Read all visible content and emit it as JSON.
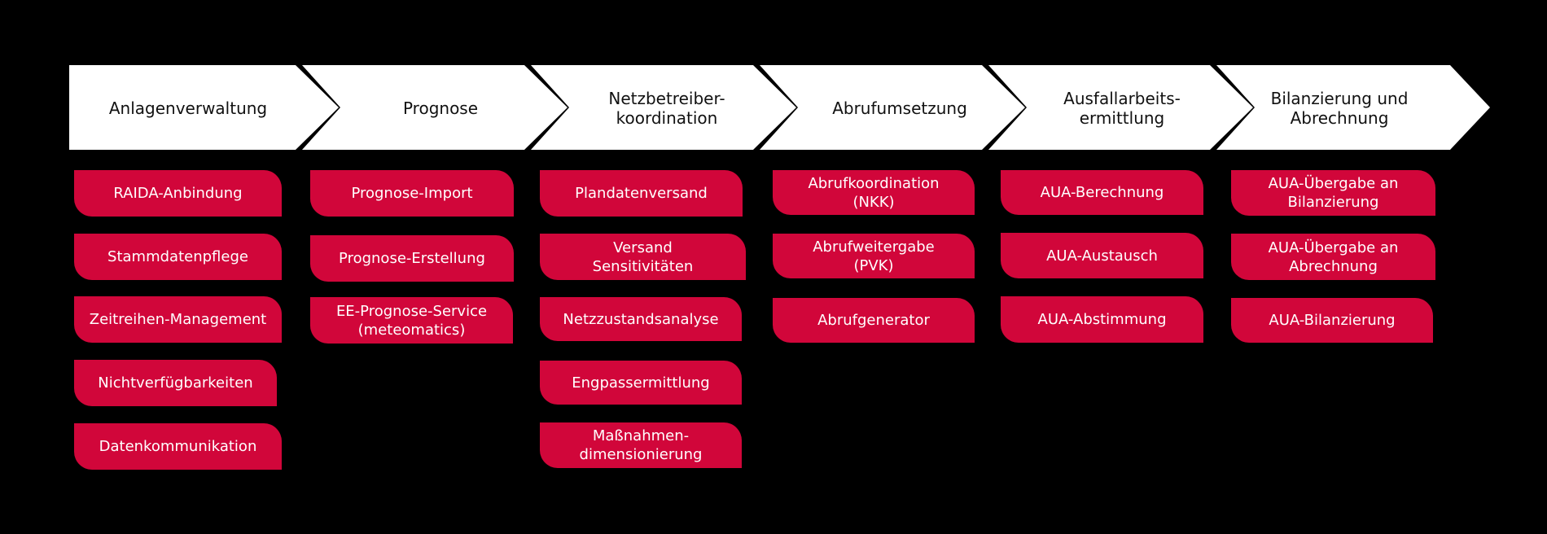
{
  "colors": {
    "background": "#000000",
    "chevron": "#ffffff",
    "box": "#d1063a",
    "box_text": "#ffffff",
    "stage_text": "#111111"
  },
  "stages": [
    {
      "label": "Anlagenverwaltung",
      "items": [
        "RAIDA-Anbindung",
        "Stammdatenpflege",
        "Zeitreihen-Management",
        "Nichtverfügbarkeiten",
        "Datenkommunikation"
      ]
    },
    {
      "label": "Prognose",
      "items": [
        "Prognose-Import",
        "Prognose-Erstellung",
        "EE-Prognose-Service\n(meteomatics)"
      ]
    },
    {
      "label": "Netzbetreiber-\nkoordination",
      "items": [
        "Plandatenversand",
        "Versand\nSensitivitäten",
        "Netzzustandsanalyse",
        "Engpassermittlung",
        "Maßnahmen-\ndimensionierung"
      ]
    },
    {
      "label": "Abrufumsetzung",
      "items": [
        "Abrufkoordination\n(NKK)",
        "Abrufweitergabe\n(PVK)",
        "Abrufgenerator"
      ]
    },
    {
      "label": "Ausfallarbeits-\nermittlung",
      "items": [
        "AUA-Berechnung",
        "AUA-Austausch",
        "AUA-Abstimmung"
      ]
    },
    {
      "label": "Bilanzierung und\nAbrechnung",
      "items": [
        "AUA-Übergabe an\nBilanzierung",
        "AUA-Übergabe an\nAbrechnung",
        "AUA-Bilanzierung"
      ]
    }
  ]
}
